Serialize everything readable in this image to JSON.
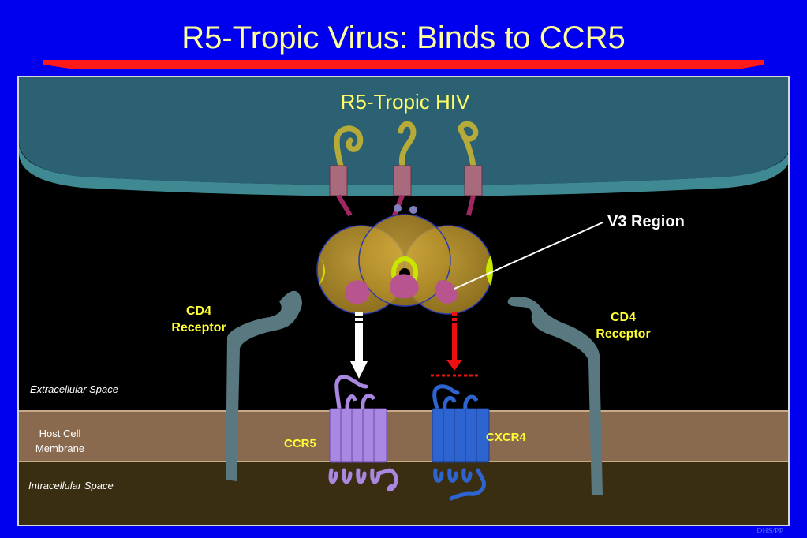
{
  "title": "R5-Tropic Virus: Binds to CCR5",
  "diagram": {
    "virus_label": "R5-Tropic HIV",
    "v3_label": "V3 Region",
    "cd4_left": [
      "CD4",
      "Receptor"
    ],
    "cd4_right": [
      "CD4",
      "Receptor"
    ],
    "extracellular": "Extracellular Space",
    "membrane": [
      "Host Cell",
      "Membrane"
    ],
    "intracellular": "Intracellular Space",
    "ccr5": "CCR5",
    "cxcr4": "CXCR4"
  },
  "footer": "DHS/PP",
  "colors": {
    "background": "#0000ee",
    "title": "#ffff99",
    "rule": "#ff1a1a",
    "virus": "#2a6070",
    "membrane": "#8a6a4e",
    "intracellular": "#3a2e12",
    "gp120": "#c8a030",
    "cd4": "#5a7880",
    "ccr5": "#a888e0",
    "cxcr4": "#2e64d0",
    "label_yellow": "#ffff33"
  }
}
